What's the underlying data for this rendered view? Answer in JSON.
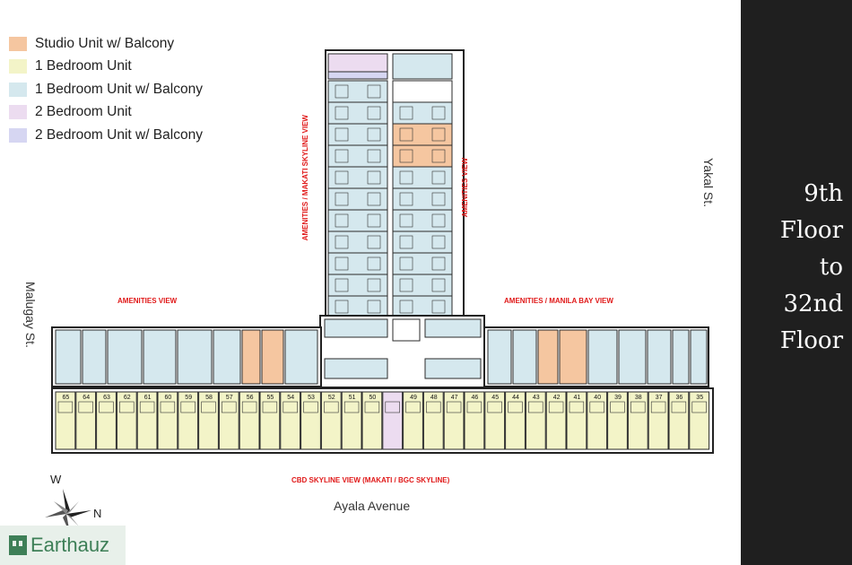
{
  "legend": {
    "items": [
      {
        "label": "Studio Unit w/ Balcony",
        "color": "#f5c6a0"
      },
      {
        "label": "1 Bedroom Unit",
        "color": "#f3f4c8"
      },
      {
        "label": "1 Bedroom Unit w/ Balcony",
        "color": "#d5e8ee"
      },
      {
        "label": "2 Bedroom Unit",
        "color": "#ecdcf0"
      },
      {
        "label": "2 Bedroom Unit w/ Balcony",
        "color": "#d6d6f2"
      }
    ]
  },
  "side_title": {
    "line1": "9th",
    "line2": "Floor",
    "line3": "to",
    "line4": "32nd",
    "line5": "Floor"
  },
  "streets": {
    "yakal": "Yakal St.",
    "malugay": "Malugay St.",
    "ayala": "Ayala Avenue"
  },
  "views": {
    "amenities_makati": "AMENITIES / MAKATI SKYLINE VIEW",
    "amenities_right": "AMENITIES VIEW",
    "amenities_left": "AMENITIES VIEW",
    "amenities_manila": "AMENITIES / MANILA BAY VIEW",
    "cbd": "CBD SKYLINE VIEW (MAKATI / BGC SKYLINE)"
  },
  "compass": {
    "west": "W",
    "north": "N"
  },
  "brand": {
    "name": "Earthauz"
  },
  "colors": {
    "studio": "#f5c6a0",
    "one_bed": "#f3f4c8",
    "one_bed_balcony": "#d5e8ee",
    "two_bed": "#ecdcf0",
    "two_bed_balcony": "#d6d6f2",
    "panel": "#1f1f1f",
    "view_label": "#e01818"
  },
  "unit_numbers_bottom": [
    "65",
    "64",
    "63",
    "62",
    "61",
    "60",
    "59",
    "58",
    "57",
    "56",
    "55",
    "54",
    "53",
    "52",
    "51",
    "50",
    "",
    "49",
    "48",
    "47",
    "46",
    "45",
    "44",
    "43",
    "42",
    "41",
    "40",
    "39",
    "38",
    "37",
    "36",
    "35"
  ]
}
